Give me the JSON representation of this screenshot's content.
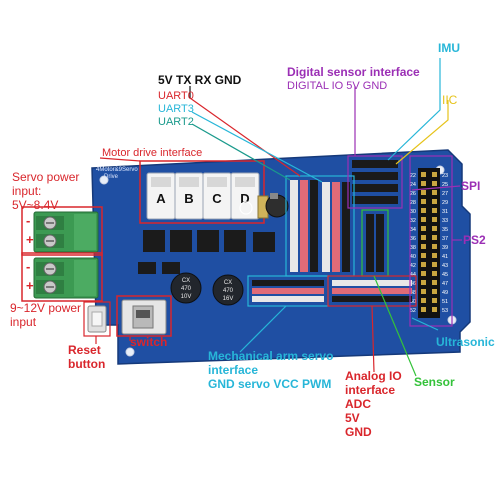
{
  "colors": {
    "red": "#d9262c",
    "purple": "#9b2fb5",
    "cyan": "#27b6d8",
    "teal": "#1a9a8c",
    "yellow": "#e6c31a",
    "dark_green": "#3a8a2f",
    "green_lime": "#34c23a",
    "black": "#111111",
    "board_blue": "#1f4fa3",
    "terminal_green": "#3c9a52"
  },
  "labels": {
    "power_header": "5V TX RX GND",
    "uart0": "UART0",
    "uart3": "UART3",
    "uart2": "UART2",
    "digital_sensor_title": "Digital sensor interface",
    "digital_sensor_pins": "DIGITAL IO 5V GND",
    "imu": "IMU",
    "iic": "IIC",
    "spi": "SPI",
    "ps2": "PS2",
    "ultrasonic": "Ultrasonic",
    "sensor": "Sensor",
    "motor_drive": "Motor drive interface",
    "servo_power_line1": "Servo power",
    "servo_power_line2": "input:",
    "servo_power_line3": "5V~8.4V",
    "input_power_line1": "9~12V power",
    "input_power_line2": "input",
    "reset_line1": "Reset",
    "reset_line2": "button",
    "switch": "switch",
    "arm_servo_line1": "Mechanical arm servo",
    "arm_servo_line2": "interface",
    "arm_servo_line3": "GND servo VCC PWM",
    "analog_line1": "Analog IO",
    "analog_line2": "interface",
    "analog_line3": "ADC",
    "analog_line4": "5V",
    "analog_line5": "GND"
  },
  "board": {
    "motor_ports": [
      "A",
      "B",
      "C",
      "D"
    ],
    "silkscreen_title": "4Motor&9Servo",
    "silkscreen_sub": "Drive",
    "polarity_minus": "-",
    "polarity_plus": "+",
    "cap_left_top": "CX",
    "cap_left_mid": "470",
    "cap_left_bot": "10V",
    "cap_right_top": "CX",
    "cap_right_mid": "470",
    "cap_right_bot": "16V",
    "pin_numbers": [
      "22",
      "24",
      "26",
      "28",
      "30",
      "32",
      "34",
      "36",
      "38",
      "40",
      "42",
      "44",
      "46",
      "48",
      "50",
      "52"
    ],
    "pin_numbers_right": [
      "23",
      "25",
      "27",
      "29",
      "31",
      "33",
      "35",
      "37",
      "39",
      "41",
      "43",
      "45",
      "47",
      "49",
      "51",
      "53"
    ]
  }
}
